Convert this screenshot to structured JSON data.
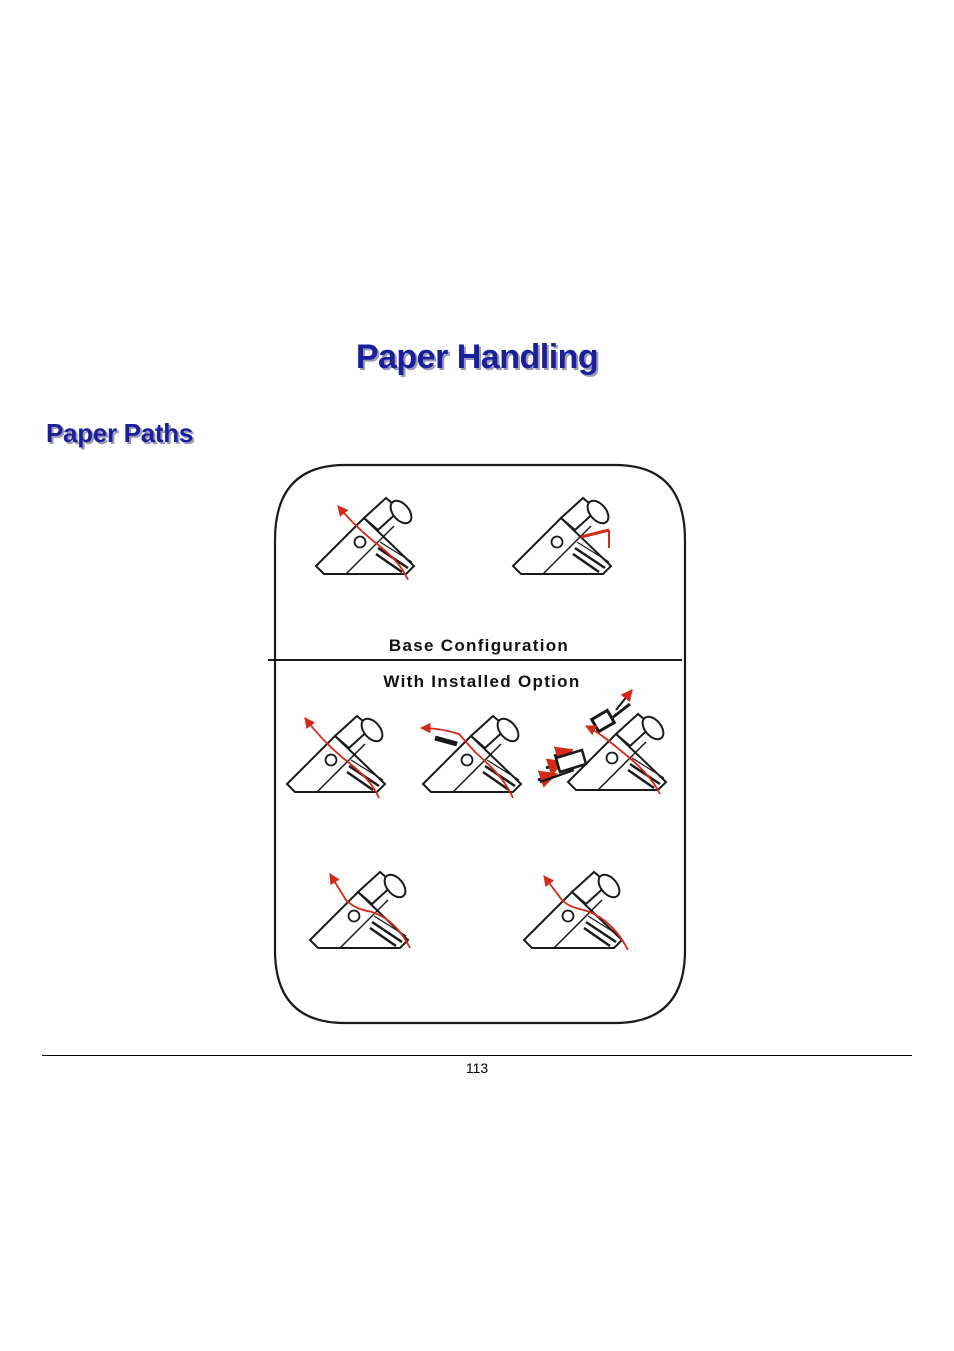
{
  "heading": {
    "title": "Paper Handling",
    "subtitle": "Paper Paths"
  },
  "figure": {
    "label_base": "Base Configuration",
    "label_option": "With Installed Option",
    "colors": {
      "outline": "#1a1a1a",
      "paper_path": "#d42a1a"
    }
  },
  "footer": {
    "page_number": "113"
  }
}
